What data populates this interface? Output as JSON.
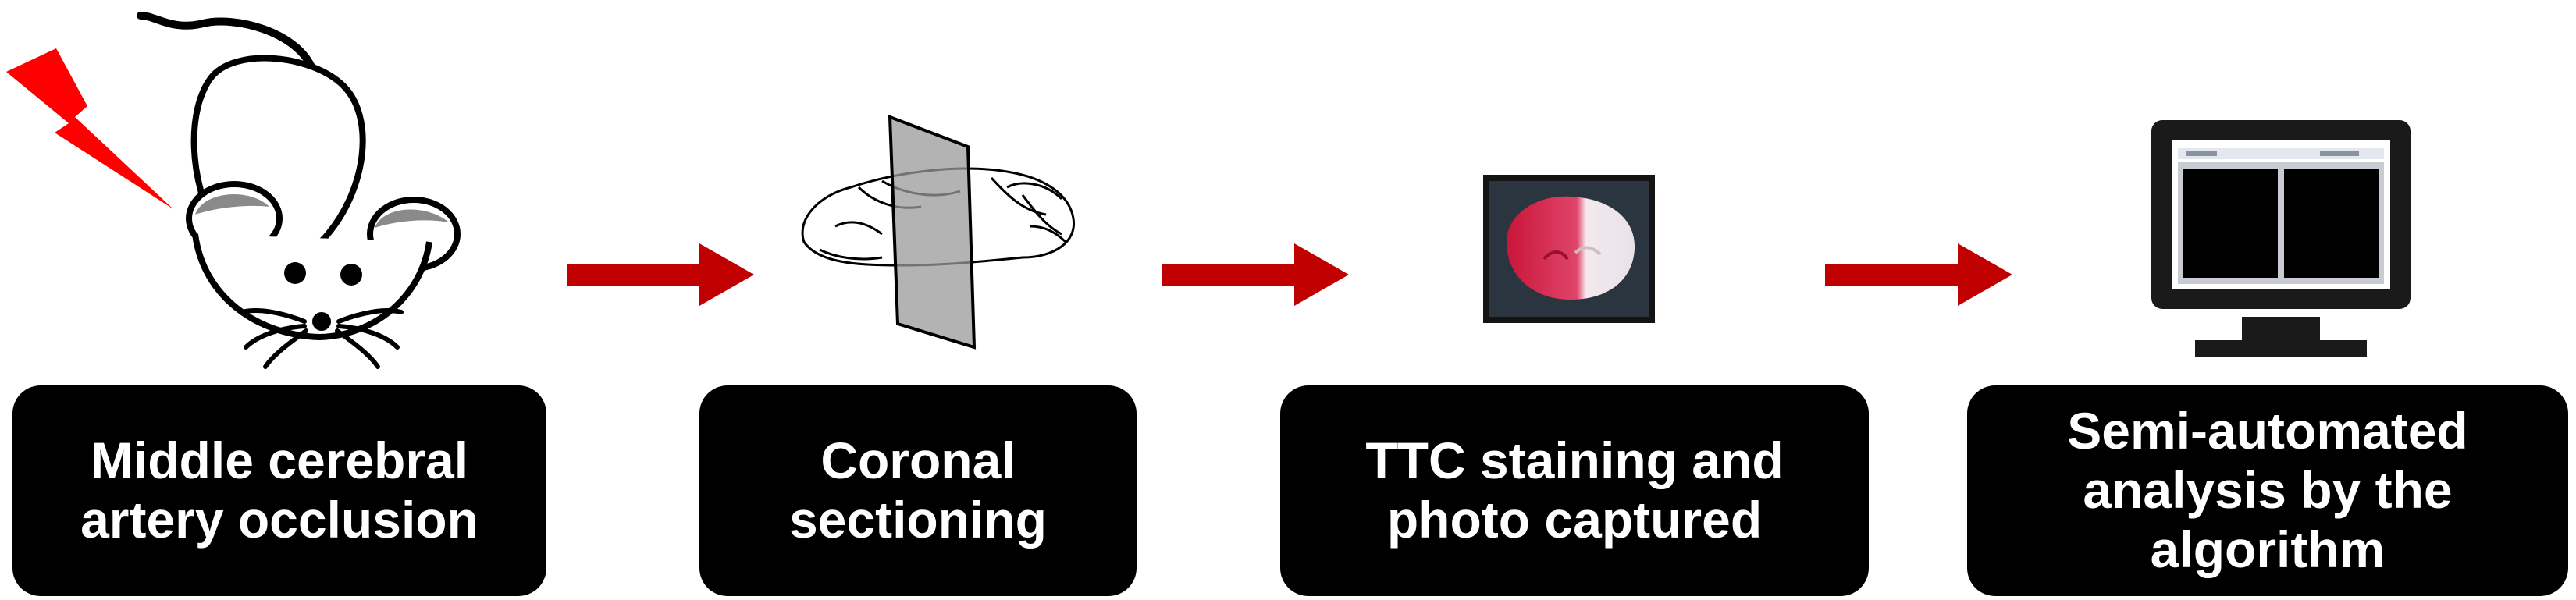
{
  "steps": [
    {
      "label": "Middle cerebral\nartery occlusion",
      "icon": "mouse-icon"
    },
    {
      "label": "Coronal\nsectioning",
      "icon": "brain-slice-icon"
    },
    {
      "label": "TTC staining and\nphoto captured",
      "icon": "stained-slice-photo-icon"
    },
    {
      "label": "Semi-automated\nanalysis by the\nalgorithm",
      "icon": "computer-monitor-icon"
    }
  ],
  "colors": {
    "arrow": "#c00000",
    "lightning": "#ff0000",
    "box": "#000000",
    "label_text": "#ffffff",
    "stain_red": "#d4183c",
    "stain_white": "#f2eef0"
  }
}
